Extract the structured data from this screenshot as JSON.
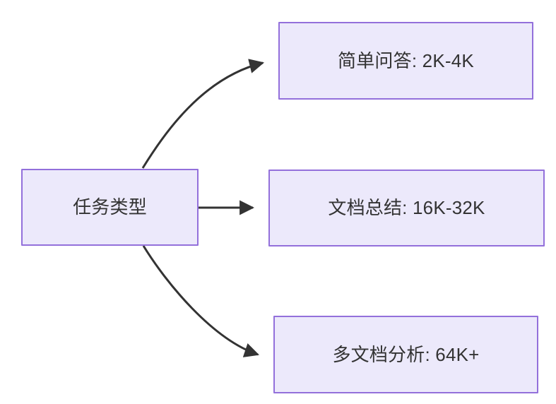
{
  "diagram": {
    "type": "flowchart",
    "direction": "left-to-right",
    "background_color": "#ffffff",
    "node_fill_color": "#ece9fb",
    "node_border_color": "#9370db",
    "node_text_color": "#333333",
    "edge_color": "#333333",
    "source_node": {
      "id": "node-source",
      "label": "任务类型"
    },
    "target_nodes": [
      {
        "id": "node-simple",
        "label": "简单问答: 2K-4K"
      },
      {
        "id": "node-doc",
        "label": "文档总结: 16K-32K"
      },
      {
        "id": "node-multidoc",
        "label": "多文档分析: 64K+"
      }
    ],
    "edges": [
      {
        "id": "edge-source-to-simple",
        "from": "任务类型",
        "to": "简单问答: 2K-4K",
        "style": "curved",
        "arrowhead": "filled-triangle"
      },
      {
        "id": "edge-source-to-doc",
        "from": "任务类型",
        "to": "文档总结: 16K-32K",
        "style": "straight",
        "arrowhead": "filled-triangle"
      },
      {
        "id": "edge-source-to-multidoc",
        "from": "任务类型",
        "to": "多文档分析: 64K+",
        "style": "curved",
        "arrowhead": "filled-triangle"
      }
    ]
  }
}
